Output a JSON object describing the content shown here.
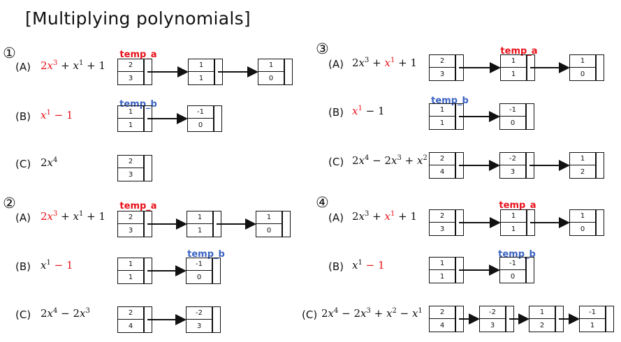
{
  "title": "[Multiplying polynomials]",
  "steps": [
    {
      "marker": "①",
      "rows": [
        {
          "label": "(A)",
          "poly": [
            [
              "2",
              ""
            ],
            [
              "x",
              "3"
            ],
            [
              " + ",
              ""
            ],
            [
              "x",
              "1"
            ],
            [
              " + 1",
              ""
            ]
          ],
          "red_terms": [
            0,
            1
          ],
          "nodes": [
            [
              "2",
              "3"
            ],
            [
              "1",
              "1"
            ],
            [
              "1",
              "0"
            ]
          ]
        },
        {
          "label": "(B)",
          "poly": [
            [
              "x",
              "1"
            ],
            [
              " − 1",
              ""
            ]
          ],
          "red_terms": [
            0,
            1
          ],
          "nodes": [
            [
              "1",
              "1"
            ],
            [
              "-1",
              "0"
            ]
          ]
        },
        {
          "label": "(C)",
          "poly": [
            [
              "2",
              ""
            ],
            [
              "x",
              "4"
            ]
          ],
          "red_terms": [],
          "nodes": [
            [
              "2",
              "3"
            ]
          ]
        }
      ],
      "tags": [
        {
          "text": "temp_a",
          "cls": "a"
        },
        {
          "text": "temp_b",
          "cls": "b"
        }
      ]
    },
    {
      "marker": "②",
      "rows": [
        {
          "label": "(A)",
          "poly": [
            [
              "2",
              ""
            ],
            [
              "x",
              "3"
            ],
            [
              " + ",
              ""
            ],
            [
              "x",
              "1"
            ],
            [
              " + 1",
              ""
            ]
          ],
          "red_terms": [
            0,
            1
          ],
          "nodes": [
            [
              "2",
              "3"
            ],
            [
              "1",
              "1"
            ],
            [
              "1",
              "0"
            ]
          ]
        },
        {
          "label": "(B)",
          "poly": [
            [
              "x",
              "1"
            ],
            [
              " − 1",
              ""
            ]
          ],
          "red_terms": [
            1
          ],
          "nodes": [
            [
              "1",
              "1"
            ],
            [
              "-1",
              "0"
            ]
          ]
        },
        {
          "label": "(C)",
          "poly": [
            [
              "2",
              ""
            ],
            [
              "x",
              "4"
            ],
            [
              " − 2",
              ""
            ],
            [
              "x",
              "3"
            ]
          ],
          "red_terms": [],
          "nodes": [
            [
              "2",
              "4"
            ],
            [
              "-2",
              "3"
            ]
          ]
        }
      ],
      "tags": [
        {
          "text": "temp_a",
          "cls": "a"
        },
        {
          "text": "temp_b",
          "cls": "b"
        }
      ]
    },
    {
      "marker": "③",
      "rows": [
        {
          "label": "(A)",
          "poly": [
            [
              "2",
              ""
            ],
            [
              "x",
              "3"
            ],
            [
              " + ",
              ""
            ],
            [
              "x",
              "1"
            ],
            [
              " + 1",
              ""
            ]
          ],
          "red_terms": [
            3
          ],
          "nodes": [
            [
              "2",
              "3"
            ],
            [
              "1",
              "1"
            ],
            [
              "1",
              "0"
            ]
          ]
        },
        {
          "label": "(B)",
          "poly": [
            [
              "x",
              "1"
            ],
            [
              " − 1",
              ""
            ]
          ],
          "red_terms": [
            0
          ],
          "nodes": [
            [
              "1",
              "1"
            ],
            [
              "-1",
              "0"
            ]
          ]
        },
        {
          "label": "(C)",
          "poly": [
            [
              "2",
              ""
            ],
            [
              "x",
              "4"
            ],
            [
              " − 2",
              ""
            ],
            [
              "x",
              "3"
            ],
            [
              " + ",
              ""
            ],
            [
              "x",
              "2"
            ]
          ],
          "red_terms": [],
          "nodes": [
            [
              "2",
              "4"
            ],
            [
              "-2",
              "3"
            ],
            [
              "1",
              "2"
            ]
          ]
        }
      ],
      "tags": [
        {
          "text": "temp_a",
          "cls": "a"
        },
        {
          "text": "temp_b",
          "cls": "b"
        }
      ]
    },
    {
      "marker": "④",
      "rows": [
        {
          "label": "(A)",
          "poly": [
            [
              "2",
              ""
            ],
            [
              "x",
              "3"
            ],
            [
              " + ",
              ""
            ],
            [
              "x",
              "1"
            ],
            [
              " + 1",
              ""
            ]
          ],
          "red_terms": [
            3
          ],
          "nodes": [
            [
              "2",
              "3"
            ],
            [
              "1",
              "1"
            ],
            [
              "1",
              "0"
            ]
          ]
        },
        {
          "label": "(B)",
          "poly": [
            [
              "x",
              "1"
            ],
            [
              " − 1",
              ""
            ]
          ],
          "red_terms": [
            1
          ],
          "nodes": [
            [
              "1",
              "1"
            ],
            [
              "-1",
              "0"
            ]
          ]
        },
        {
          "label": "(C)",
          "poly": [
            [
              "2",
              ""
            ],
            [
              "x",
              "4"
            ],
            [
              " − 2",
              ""
            ],
            [
              "x",
              "3"
            ],
            [
              " + ",
              ""
            ],
            [
              "x",
              "2"
            ],
            [
              " − ",
              ""
            ],
            [
              "x",
              "1"
            ]
          ],
          "red_terms": [],
          "nodes": [
            [
              "2",
              "4"
            ],
            [
              "-2",
              "3"
            ],
            [
              "1",
              "2"
            ],
            [
              "-1",
              "1"
            ]
          ]
        }
      ],
      "tags": [
        {
          "text": "temp_a",
          "cls": "a"
        },
        {
          "text": "temp_b",
          "cls": "b"
        }
      ]
    }
  ],
  "colors": {
    "highlight": "#e8121b",
    "temp_a": "#e8121b",
    "temp_b": "#3b63c3",
    "line": "#111111"
  }
}
